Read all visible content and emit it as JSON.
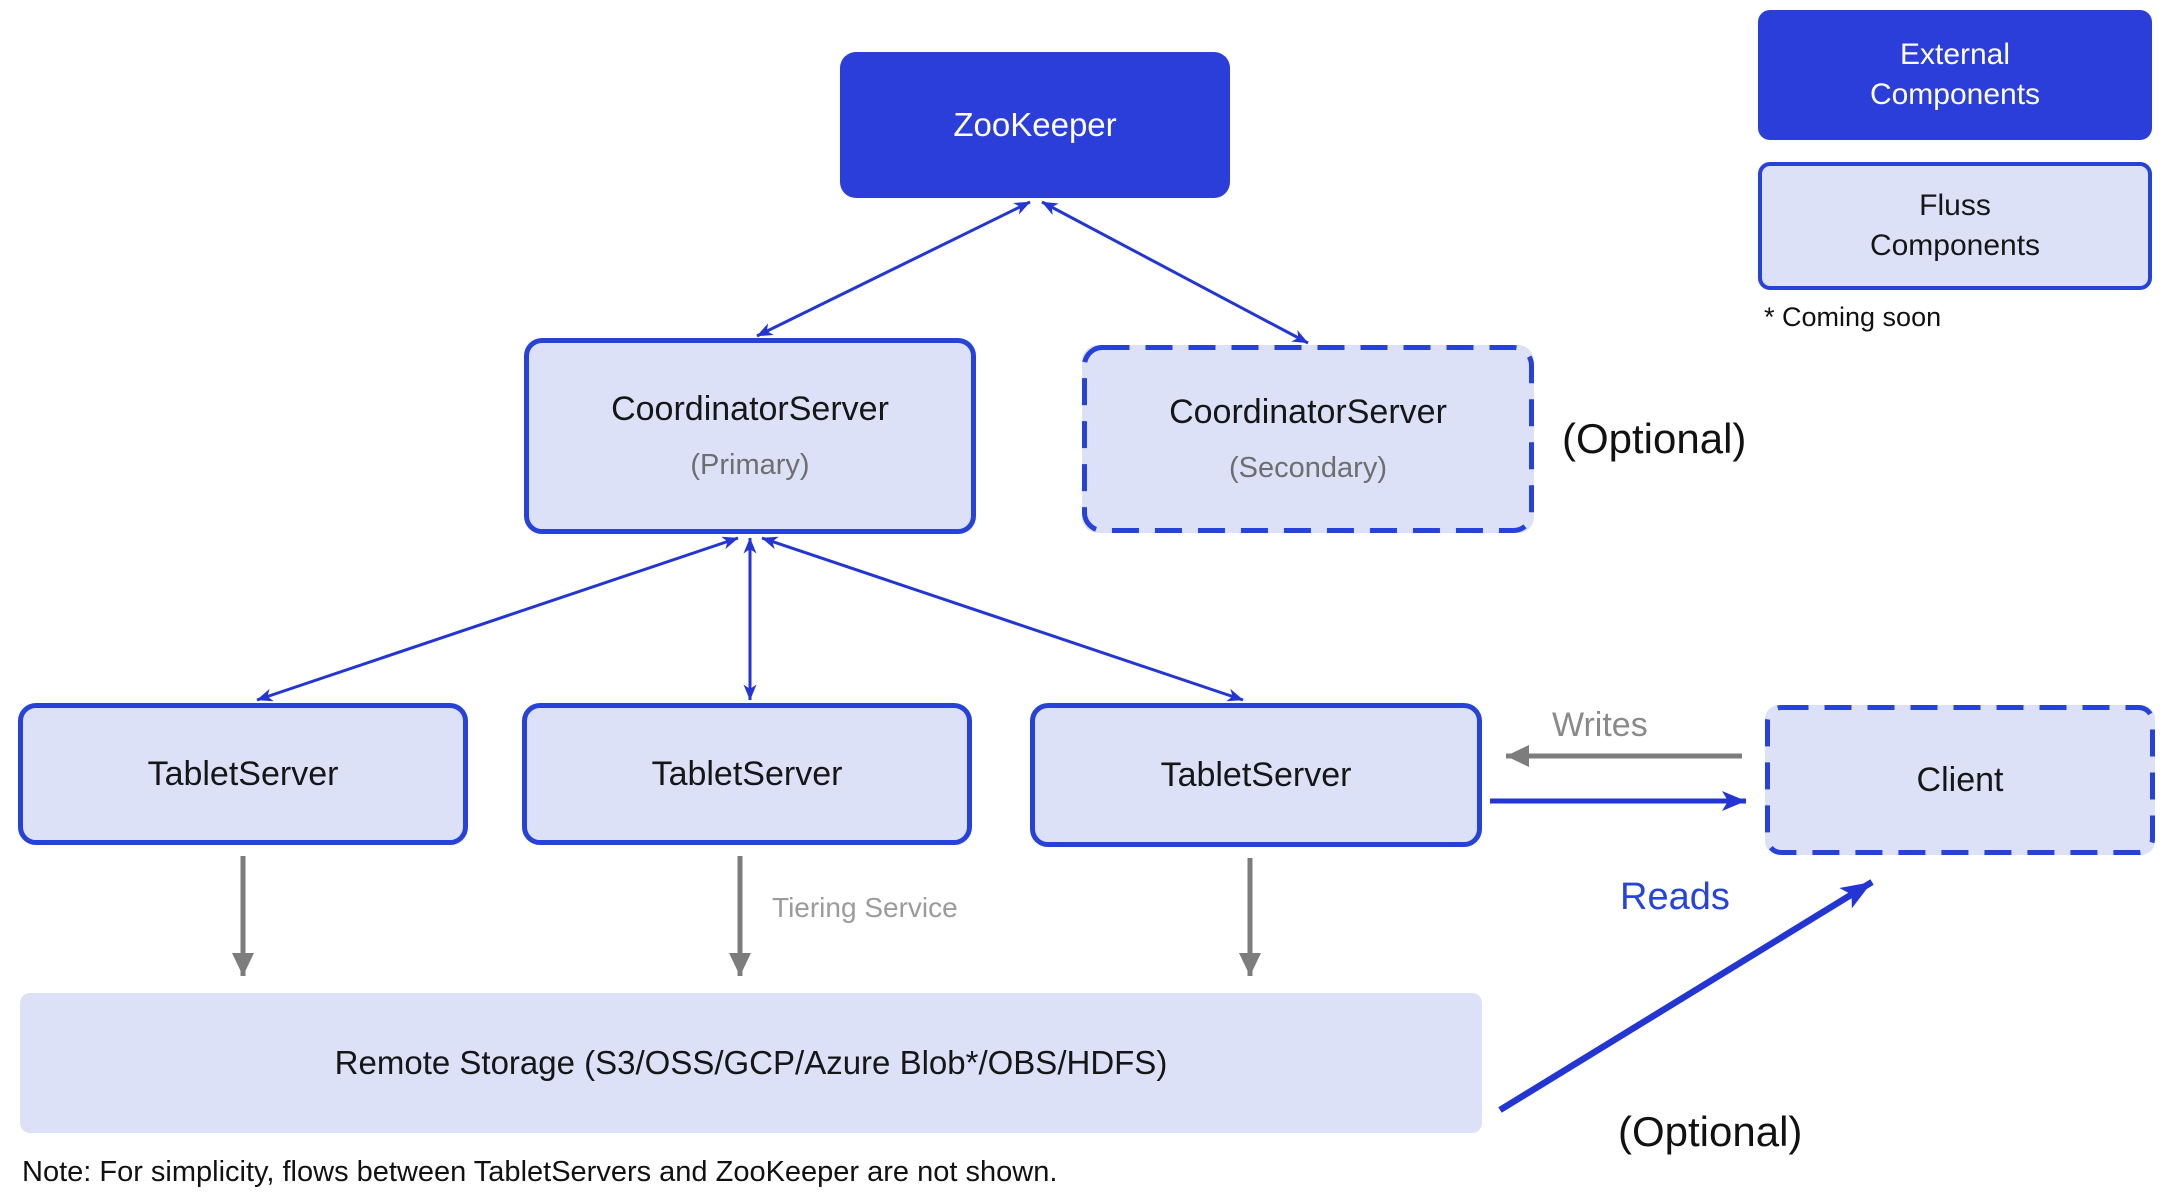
{
  "diagram": {
    "nodes": {
      "zookeeper": {
        "label": "ZooKeeper"
      },
      "coordinator_primary": {
        "title": "CoordinatorServer",
        "subtitle": "(Primary)"
      },
      "coordinator_secondary": {
        "title": "CoordinatorServer",
        "subtitle": "(Secondary)"
      },
      "tablet_servers": [
        "TabletServer",
        "TabletServer",
        "TabletServer"
      ],
      "client": {
        "label": "Client"
      },
      "remote_storage": {
        "label": "Remote Storage (S3/OSS/GCP/Azure Blob*/OBS/HDFS)"
      }
    },
    "annotations": {
      "optional_secondary": "(Optional)",
      "optional_reads": "(Optional)",
      "writes": "Writes",
      "reads": "Reads",
      "tiering_service": "Tiering Service",
      "note": "Note: For simplicity, flows between TabletServers and ZooKeeper are not shown."
    },
    "legend": {
      "external": "External Components",
      "fluss": "Fluss Components",
      "coming_soon": "* Coming soon"
    },
    "colors": {
      "external_fill": "#2b3eda",
      "fluss_fill": "#dde1f8",
      "border_blue": "#2742d9",
      "arrow_blue": "#2336d4",
      "arrow_gray": "#7d7d7d",
      "label_gray": "#9b9b9b",
      "subtitle_gray": "#6e6e6e",
      "text_black": "#111111"
    }
  }
}
